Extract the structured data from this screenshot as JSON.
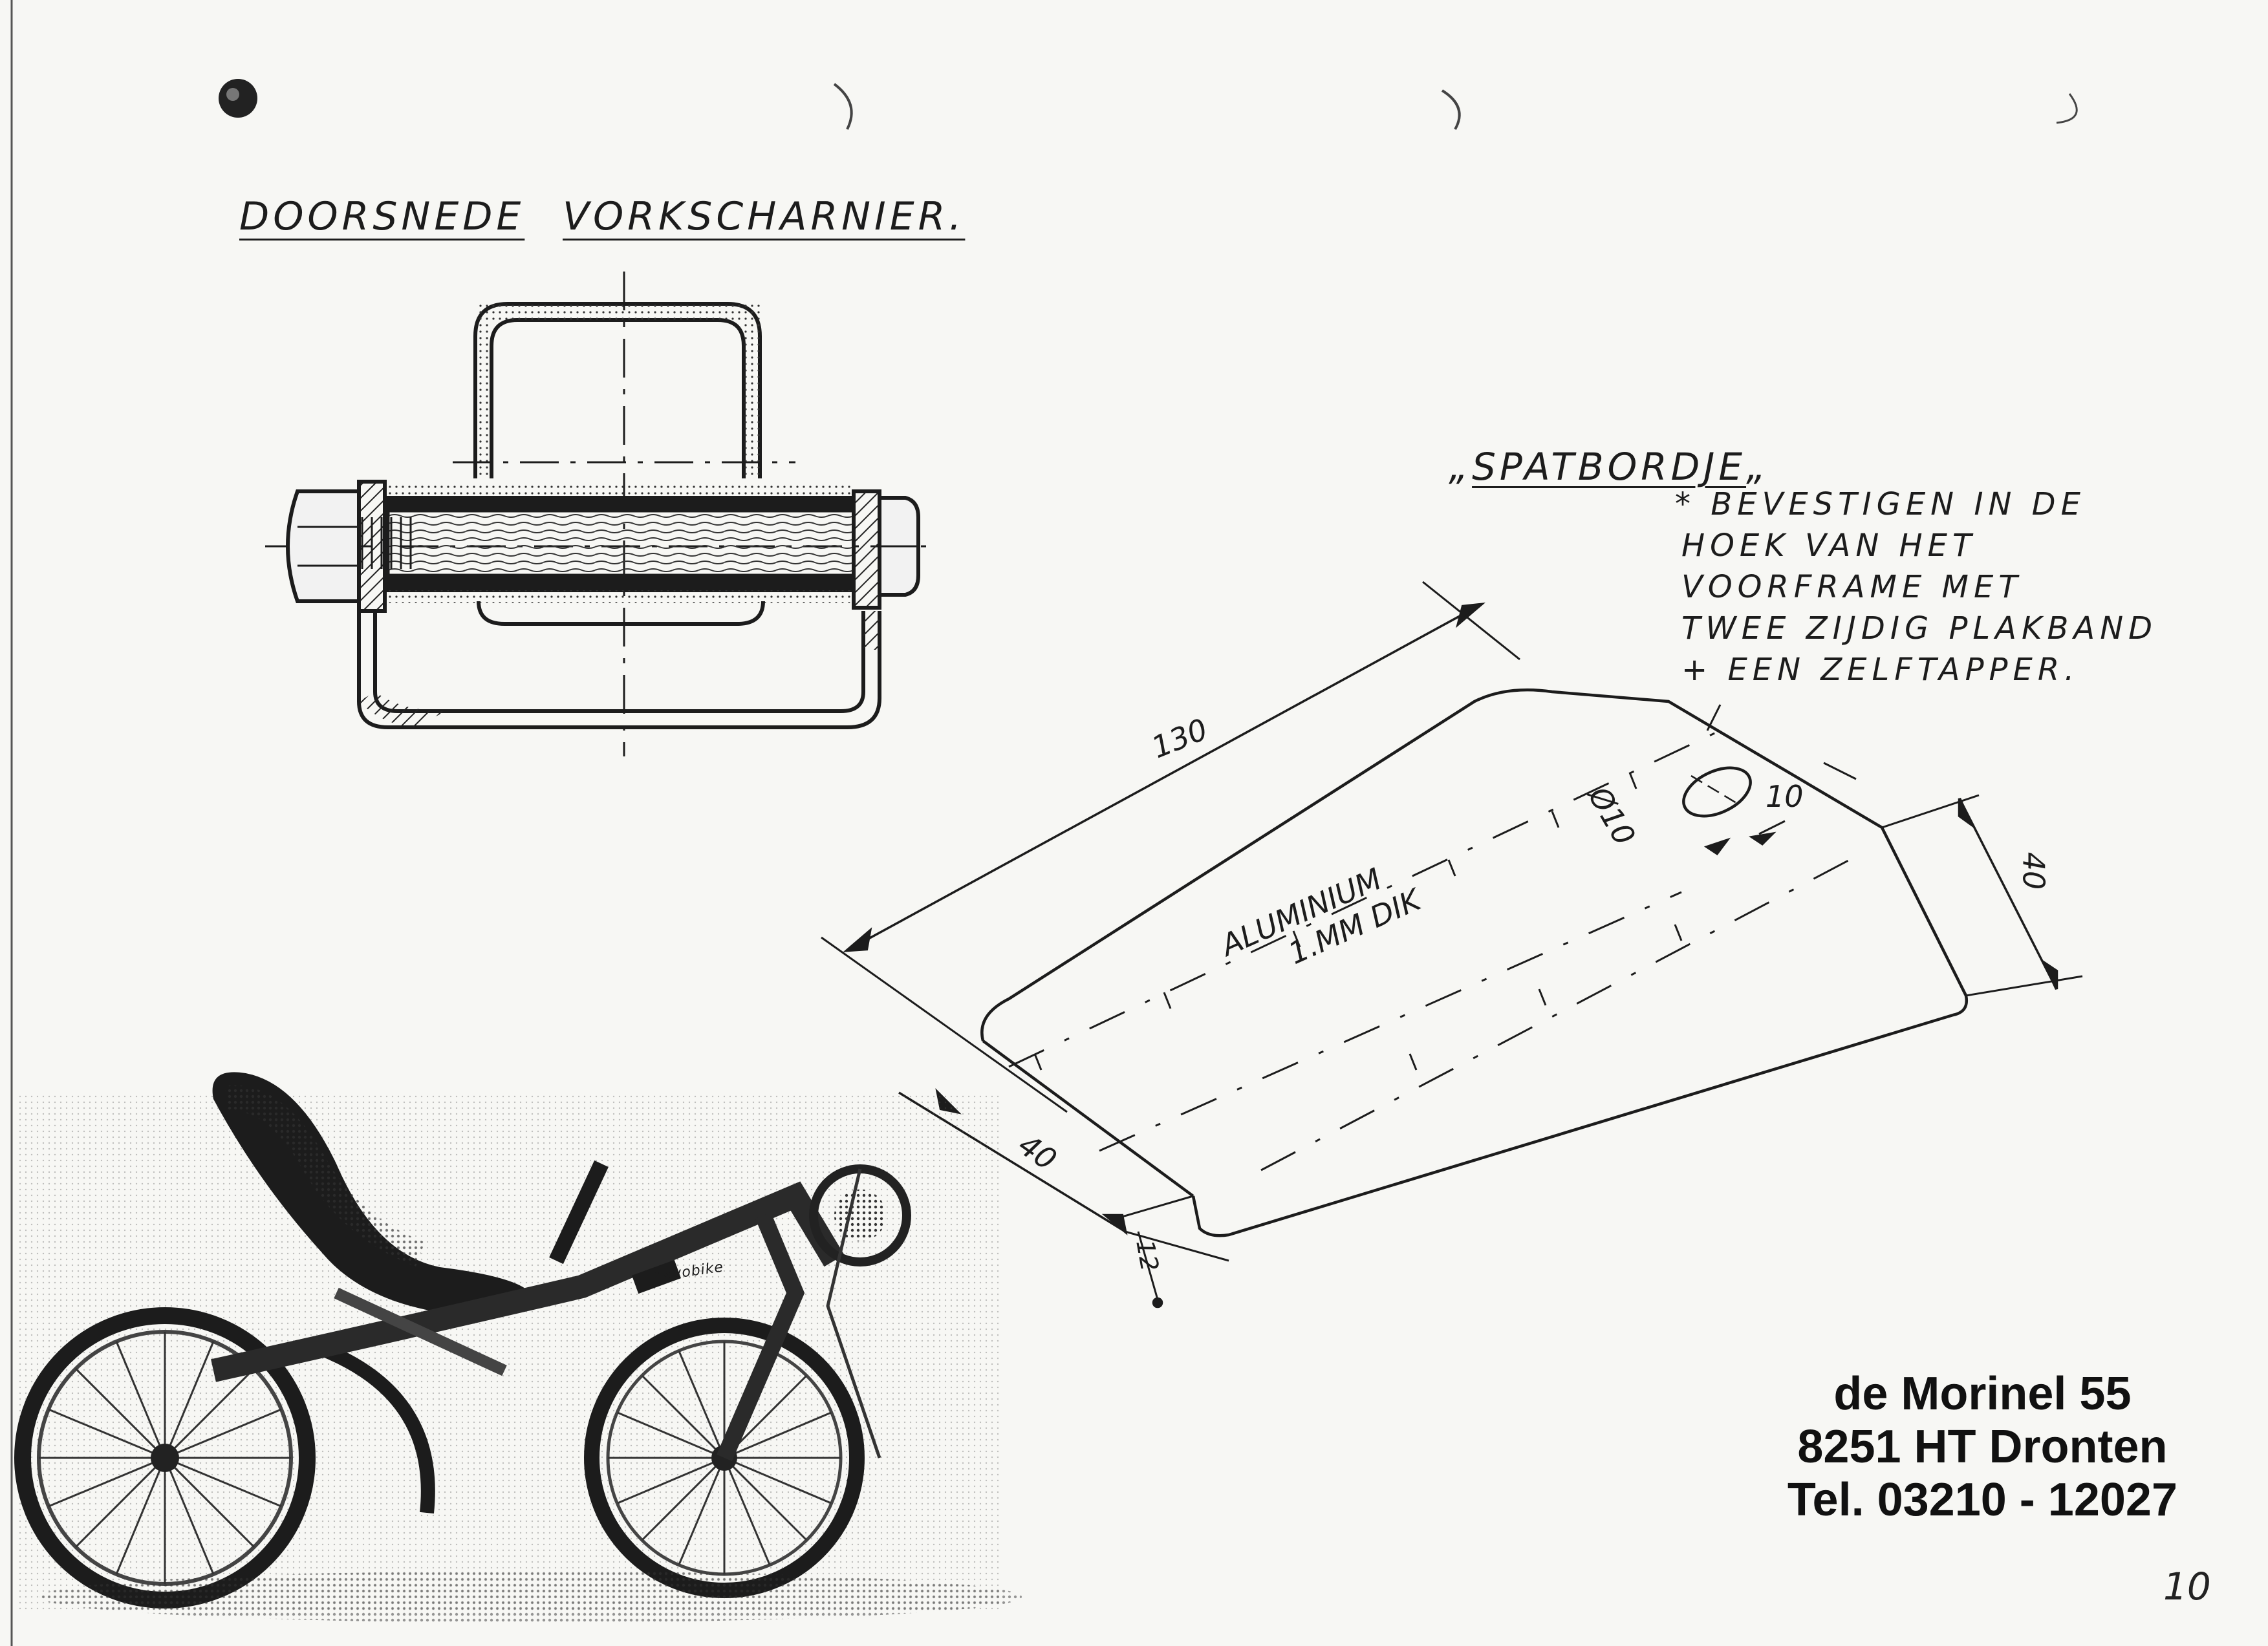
{
  "header": {
    "title_left": "DOORSNEDE",
    "title_right": "VORKSCHARNIER."
  },
  "spatbord": {
    "title": "SPATBORDJE",
    "note_lines": [
      "* BEVESTIGEN IN DE",
      "HOEK VAN HET",
      "VOORFRAME MET",
      "TWEE ZIJDIG PLAKBAND",
      "+ EEN ZELFTAPPER."
    ],
    "material_line1": "ALUMINIUM",
    "material_line2": "1.MM DIK",
    "dimensions": {
      "length": "130",
      "width_front": "40",
      "width_back": "40",
      "hole_diameter": "Ø10",
      "hole_offset": "10",
      "edge": "12"
    }
  },
  "photo": {
    "label": "flevobike"
  },
  "address": {
    "line1": "de Morinel 55",
    "line2": "8251 HT  Dronten",
    "line3": "Tel. 03210 - 12027"
  },
  "page_number": "10"
}
